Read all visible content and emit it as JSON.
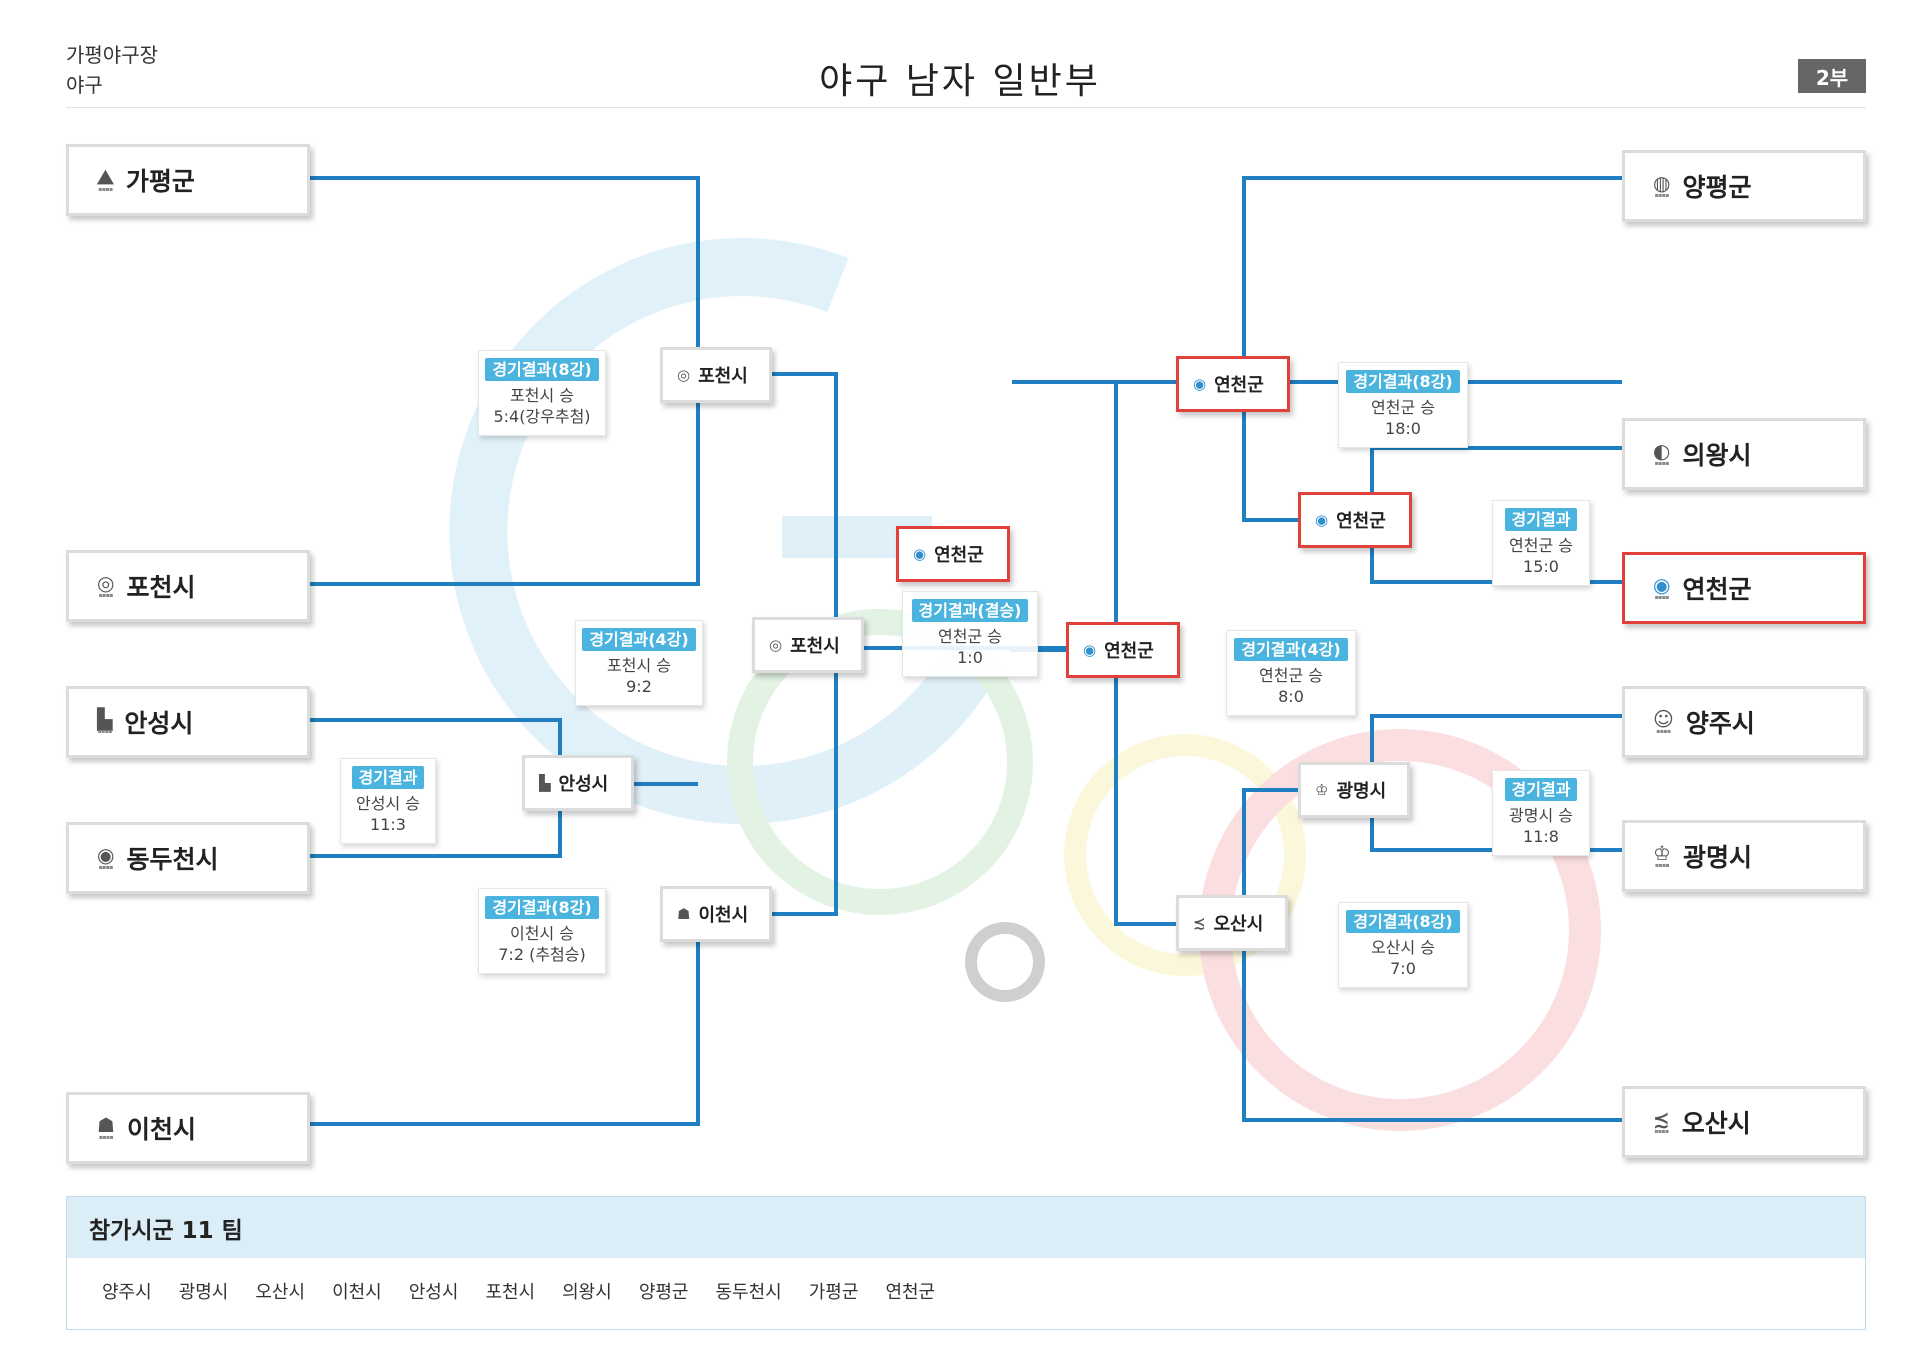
{
  "header": {
    "venue": "가평야구장",
    "sport": "야구",
    "title": "야구 남자 일반부",
    "division": "2부"
  },
  "colors": {
    "line": "#1f7fc1",
    "winner_border": "#e2403b",
    "result_label": "#4ab4df"
  },
  "teams_left": [
    "가평군",
    "포천시",
    "안성시",
    "동두천시",
    "이천시"
  ],
  "teams_right": [
    "양평군",
    "의왕시",
    "연천군",
    "양주시",
    "광명시",
    "오산시"
  ],
  "winners": {
    "l_qf": "포천시",
    "l_r1": "안성시",
    "l_qf2": "이천시",
    "l_sf": "포천시",
    "r_qf1": "연천군",
    "r_r1a": "연천군",
    "r_r1b": "광명시",
    "r_qf2": "오산시",
    "r_sf": "연천군",
    "champion": "연천군"
  },
  "results": {
    "l_qf": {
      "label": "경기결과(8강)",
      "winner": "포천시 승",
      "score": "5:4(강우추첨)"
    },
    "l_sf": {
      "label": "경기결과(4강)",
      "winner": "포천시 승",
      "score": "9:2"
    },
    "l_r1": {
      "label": "경기결과",
      "winner": "안성시 승",
      "score": "11:3"
    },
    "l_qf2": {
      "label": "경기결과(8강)",
      "winner": "이천시 승",
      "score": "7:2 (추첨승)"
    },
    "final": {
      "label": "경기결과(결승)",
      "winner": "연천군 승",
      "score": "1:0"
    },
    "r_qf1": {
      "label": "경기결과(8강)",
      "winner": "연천군 승",
      "score": "18:0"
    },
    "r_r1a": {
      "label": "경기결과",
      "winner": "연천군 승",
      "score": "15:0"
    },
    "r_sf": {
      "label": "경기결과(4강)",
      "winner": "연천군 승",
      "score": "8:0"
    },
    "r_r1b": {
      "label": "경기결과",
      "winner": "광명시 승",
      "score": "11:8"
    },
    "r_qf2": {
      "label": "경기결과(8강)",
      "winner": "오산시 승",
      "score": "7:0"
    }
  },
  "participants": {
    "heading": "참가시군 11 팀",
    "list": [
      "양주시",
      "광명시",
      "오산시",
      "이천시",
      "안성시",
      "포천시",
      "의왕시",
      "양평군",
      "동두천시",
      "가평군",
      "연천군"
    ]
  }
}
